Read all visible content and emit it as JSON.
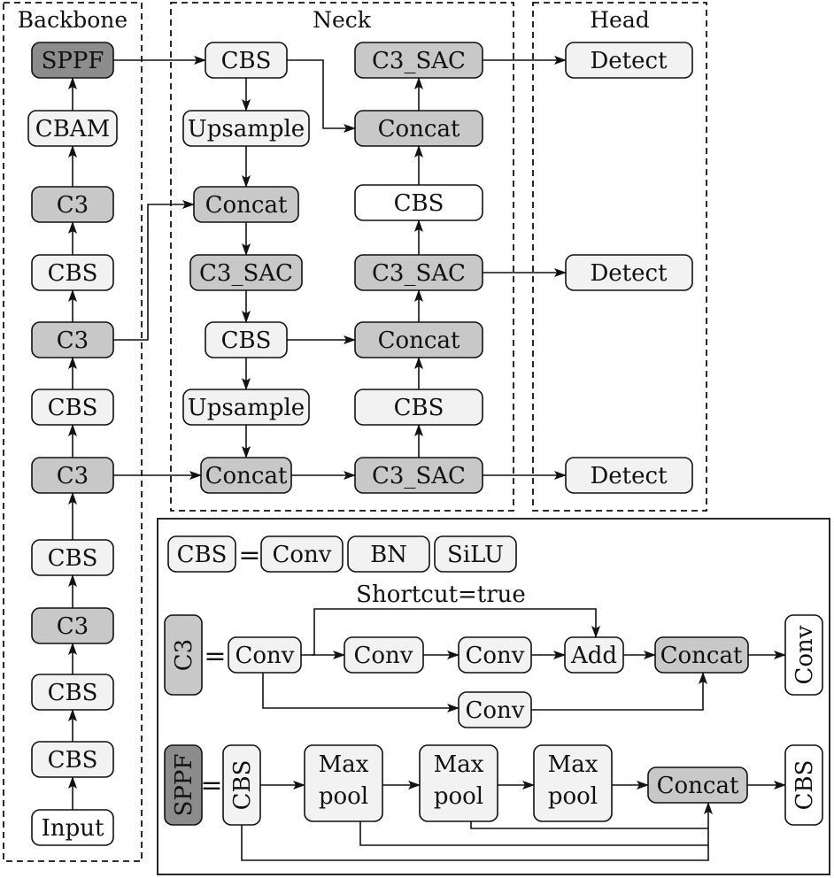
{
  "sections": {
    "backbone": "Backbone",
    "neck": "Neck",
    "head": "Head"
  },
  "backbone": {
    "sppf": "SPPF",
    "cbam": "CBAM",
    "c3_4": "C3",
    "cbs_4": "CBS",
    "c3_3": "C3",
    "cbs_3": "CBS",
    "c3_2": "C3",
    "cbs_2": "CBS",
    "c3_1": "C3",
    "cbs_1": "CBS",
    "cbs_0": "CBS",
    "input": "Input"
  },
  "neck": {
    "left": {
      "cbs_top": "CBS",
      "upsample_1": "Upsample",
      "concat_1": "Concat",
      "c3sac": "C3_SAC",
      "cbs_mid": "CBS",
      "upsample_2": "Upsample",
      "concat_2": "Concat"
    },
    "right": {
      "c3sac_top": "C3_SAC",
      "concat_top": "Concat",
      "cbs_top": "CBS",
      "c3sac_mid": "C3_SAC",
      "concat_mid": "Concat",
      "cbs_bottom": "CBS",
      "c3sac_bottom": "C3_SAC"
    }
  },
  "head": {
    "detect_1": "Detect",
    "detect_2": "Detect",
    "detect_3": "Detect"
  },
  "legend": {
    "cbs_def": {
      "name": "CBS",
      "equals": "=",
      "parts": [
        "Conv",
        "BN",
        "SiLU"
      ]
    },
    "c3_def": {
      "name": "C3",
      "equals": "=",
      "conv_in": "Conv",
      "conv_a": "Conv",
      "conv_b": "Conv",
      "add": "Add",
      "concat": "Concat",
      "conv_out": "Conv",
      "conv_bypass": "Conv",
      "shortcut": "Shortcut=true"
    },
    "sppf_def": {
      "name": "SPPF",
      "equals": "=",
      "cbs_in": "CBS",
      "pool_1": [
        "Max",
        "pool"
      ],
      "pool_2": [
        "Max",
        "pool"
      ],
      "pool_3": [
        "Max",
        "pool"
      ],
      "concat": "Concat",
      "cbs_out": "CBS"
    }
  },
  "colors": {
    "white": "#ffffff",
    "light": "#f2f2f2",
    "mid_gray": "#c8c8c8",
    "dark_gray": "#8c8c8c",
    "stroke": "#111111"
  }
}
